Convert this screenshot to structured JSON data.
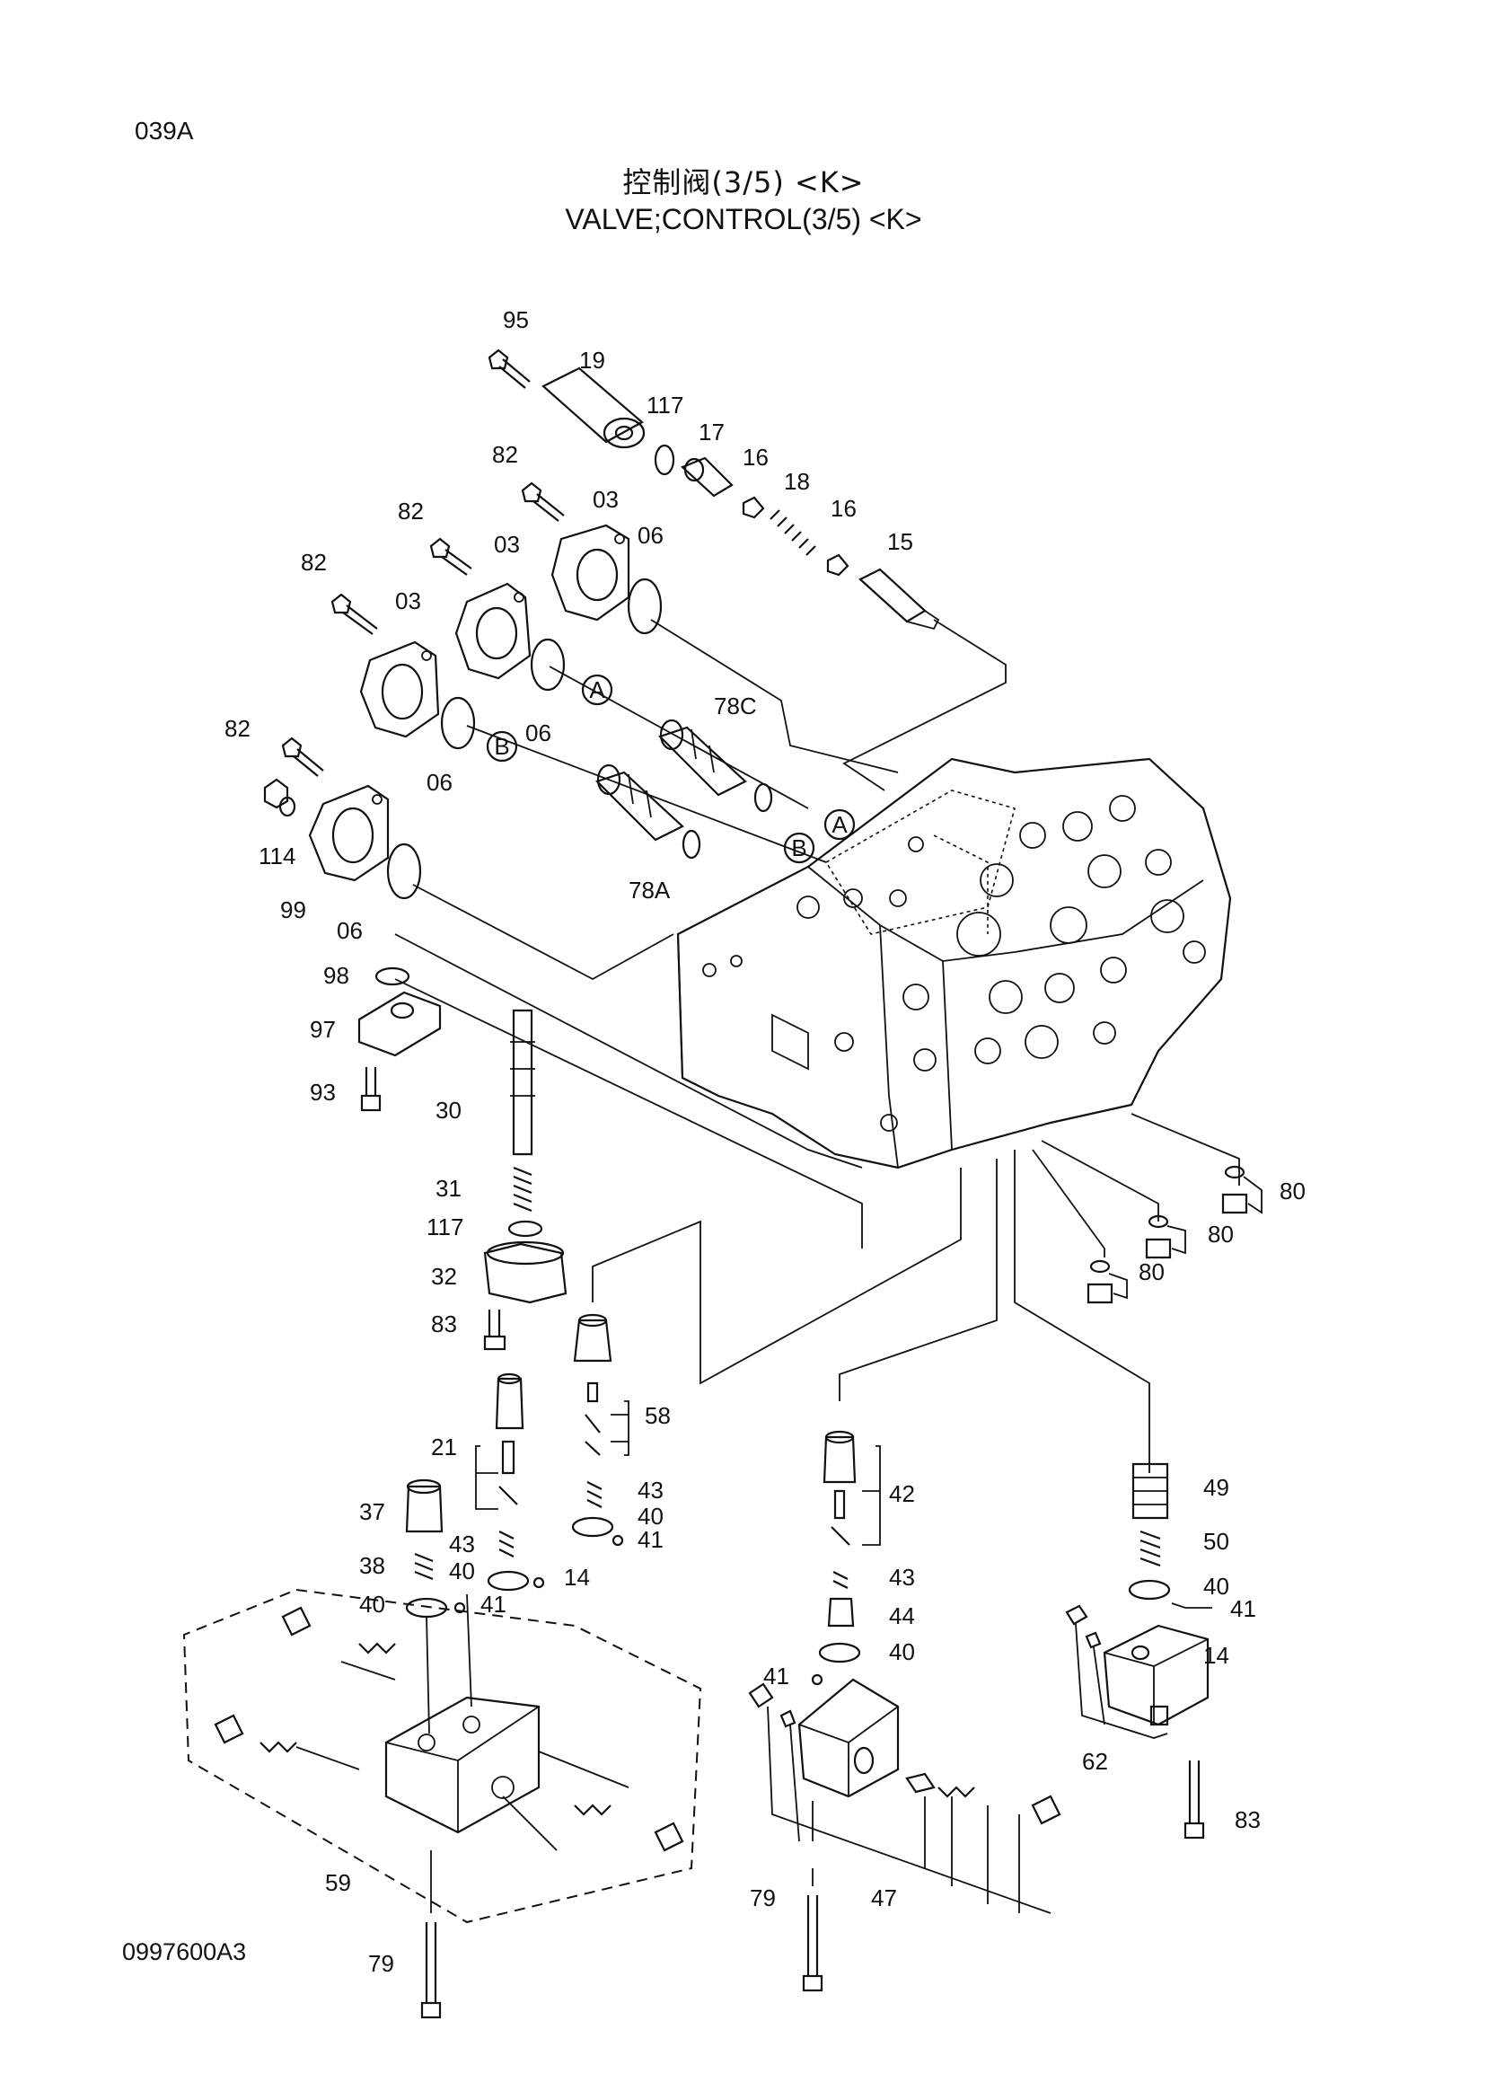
{
  "header": {
    "page_id": "039A",
    "title_cn": "控制阀(3/5) <K>",
    "title_en": "VALVE;CONTROL(3/5)  <K>"
  },
  "footer": {
    "drawing_no": "0997600A3"
  },
  "callouts": {
    "p95": "95",
    "p19": "19",
    "p117a": "117",
    "p17": "17",
    "p16a": "16",
    "p18": "18",
    "p16b": "16",
    "p15": "15",
    "p82a": "82",
    "p03a": "03",
    "p06a": "06",
    "p82b": "82",
    "p03b": "03",
    "p82c": "82",
    "p03c": "03",
    "p06b": "06",
    "p06c": "06",
    "p78c": "78C",
    "p82d": "82",
    "p114": "114",
    "p99": "99",
    "p06d": "06",
    "p78a": "78A",
    "p98": "98",
    "p97": "97",
    "p93": "93",
    "p30": "30",
    "p31": "31",
    "p117b": "117",
    "p32": "32",
    "p83a": "83",
    "p80a": "80",
    "p80b": "80",
    "p80c": "80",
    "p58": "58",
    "p21": "21",
    "p43a": "43",
    "p40a": "40",
    "p41a": "41",
    "p37": "37",
    "p43b": "43",
    "p38": "38",
    "p40b": "40",
    "p14a": "14",
    "p40c": "40",
    "p41b": "41",
    "p42": "42",
    "p43c": "43",
    "p44": "44",
    "p40d": "40",
    "p41c": "41",
    "p49": "49",
    "p50": "50",
    "p40e": "40",
    "p41d": "41",
    "p14b": "14",
    "p62": "62",
    "p83b": "83",
    "p59": "59",
    "p79a": "79",
    "p79b": "79",
    "p47": "47"
  },
  "markers": {
    "a1": "A",
    "b1": "B",
    "a2": "A",
    "b2": "B"
  }
}
